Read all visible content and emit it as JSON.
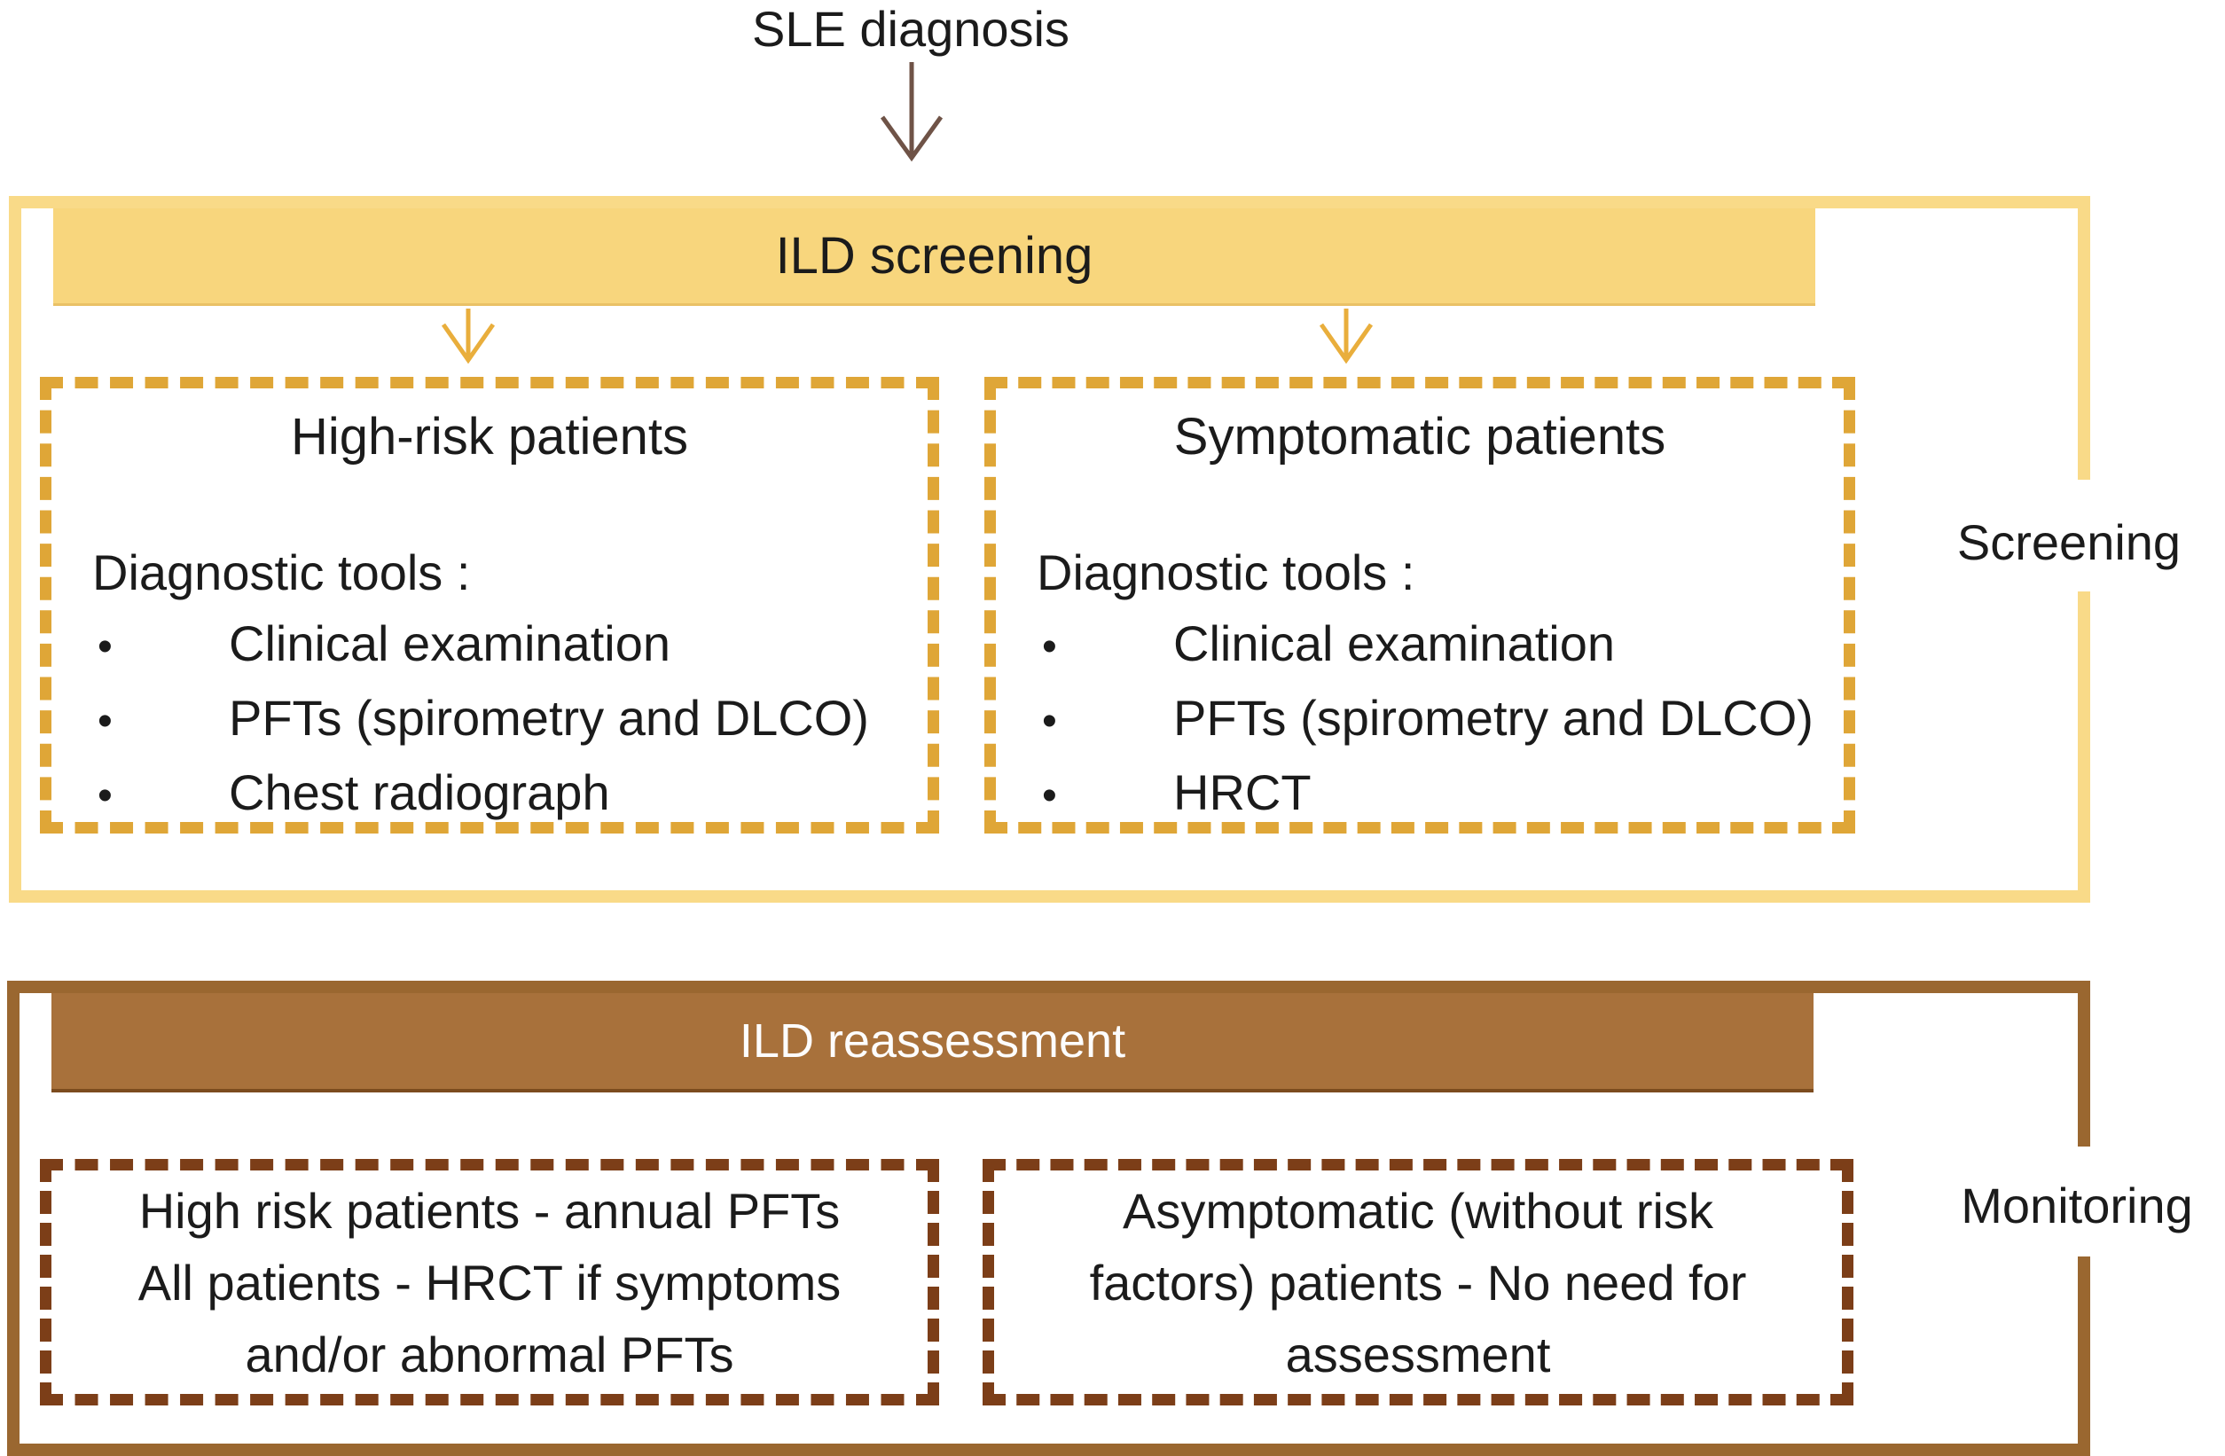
{
  "theme": {
    "text": "#1b1b1b",
    "yellow-band": "#F8D67D",
    "yellow-border": "#F9DA88",
    "yellow-dash": "#DFA637",
    "yellow-arrow": "#E9AE3C",
    "brown-band": "#A8713B",
    "brown-border": "#9A6730",
    "brown-dash": "#7C3E18",
    "brown-arrow": "#6F5347",
    "band-text-light": "#FDFDFD"
  },
  "glyphs": {
    "bullet": "•"
  },
  "flow": {
    "start_label": "SLE diagnosis"
  },
  "screening": {
    "band_label": "ILD screening",
    "side_label": "Screening",
    "high_risk": {
      "title": "High-risk patients",
      "tools_label": "Diagnostic tools :",
      "bullets": [
        "Clinical examination",
        "PFTs (spirometry and DLCO)",
        "Chest radiograph"
      ]
    },
    "symptomatic": {
      "title": "Symptomatic patients",
      "tools_label": "Diagnostic tools :",
      "bullets": [
        "Clinical examination",
        "PFTs (spirometry and DLCO)",
        "HRCT"
      ]
    }
  },
  "monitoring": {
    "band_label": "ILD reassessment",
    "side_label": "Monitoring",
    "high_risk_text": "High risk patients - annual PFTs\nAll patients - HRCT if symptoms\nand/or abnormal PFTs",
    "asymptomatic_text": "Asymptomatic (without risk\nfactors) patients - No need for\nassessment"
  }
}
